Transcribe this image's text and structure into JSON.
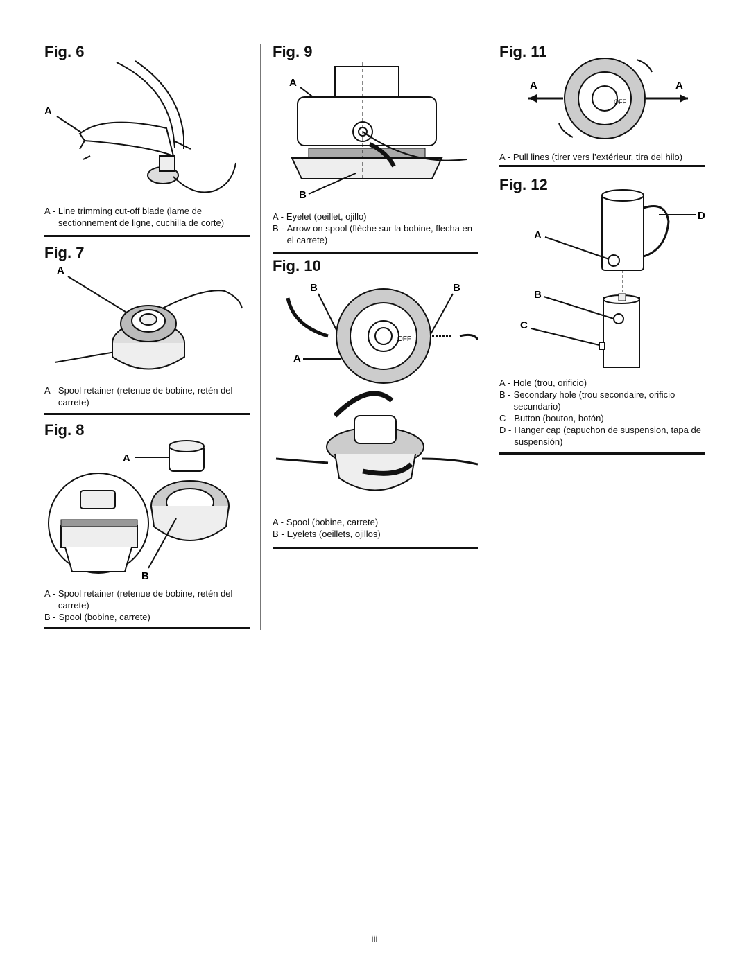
{
  "fig6": {
    "title": "Fig. 6",
    "labels": {
      "a": "A"
    },
    "legend": [
      {
        "key": "A -",
        "text": "Line trimming cut-off blade (lame de sectionnement de ligne, cuchilla de corte)"
      }
    ]
  },
  "fig7": {
    "title": "Fig. 7",
    "labels": {
      "a": "A"
    },
    "legend": [
      {
        "key": "A -",
        "text": "Spool retainer (retenue de bobine, retén del carrete)"
      }
    ]
  },
  "fig8": {
    "title": "Fig. 8",
    "labels": {
      "a": "A",
      "b": "B"
    },
    "legend": [
      {
        "key": "A -",
        "text": "Spool retainer (retenue de bobine, retén del carrete)"
      },
      {
        "key": "B -",
        "text": "Spool (bobine, carrete)"
      }
    ]
  },
  "fig9": {
    "title": "Fig. 9",
    "labels": {
      "a": "A",
      "b": "B"
    },
    "legend": [
      {
        "key": "A -",
        "text": "Eyelet (oeillet, ojillo)"
      },
      {
        "key": "B -",
        "text": "Arrow on spool (flèche sur la bobine, flecha en el carrete)"
      }
    ]
  },
  "fig10": {
    "title": "Fig. 10",
    "labels": {
      "a": "A",
      "b": "B"
    },
    "head_text": {
      "off": "OFF"
    },
    "legend": [
      {
        "key": "A -",
        "text": "Spool (bobine, carrete)"
      },
      {
        "key": "B -",
        "text": "Eyelets (oeillets, ojillos)"
      }
    ]
  },
  "fig11": {
    "title": "Fig. 11",
    "labels": {
      "a": "A"
    },
    "head_text": {
      "off": "OFF"
    },
    "legend": [
      {
        "key": "A -",
        "text": "Pull lines (tirer vers l’extérieur, tira del hilo)"
      }
    ]
  },
  "fig12": {
    "title": "Fig. 12",
    "labels": {
      "a": "A",
      "b": "B",
      "c": "C",
      "d": "D"
    },
    "legend": [
      {
        "key": "A -",
        "text": "Hole (trou, orificio)"
      },
      {
        "key": "B -",
        "text": "Secondary hole (trou secondaire, orificio secundario)"
      },
      {
        "key": "C -",
        "text": "Button (bouton, botón)"
      },
      {
        "key": "D -",
        "text": "Hanger cap (capuchon de suspension, tapa de suspensión)"
      }
    ]
  },
  "page_number": "iii"
}
